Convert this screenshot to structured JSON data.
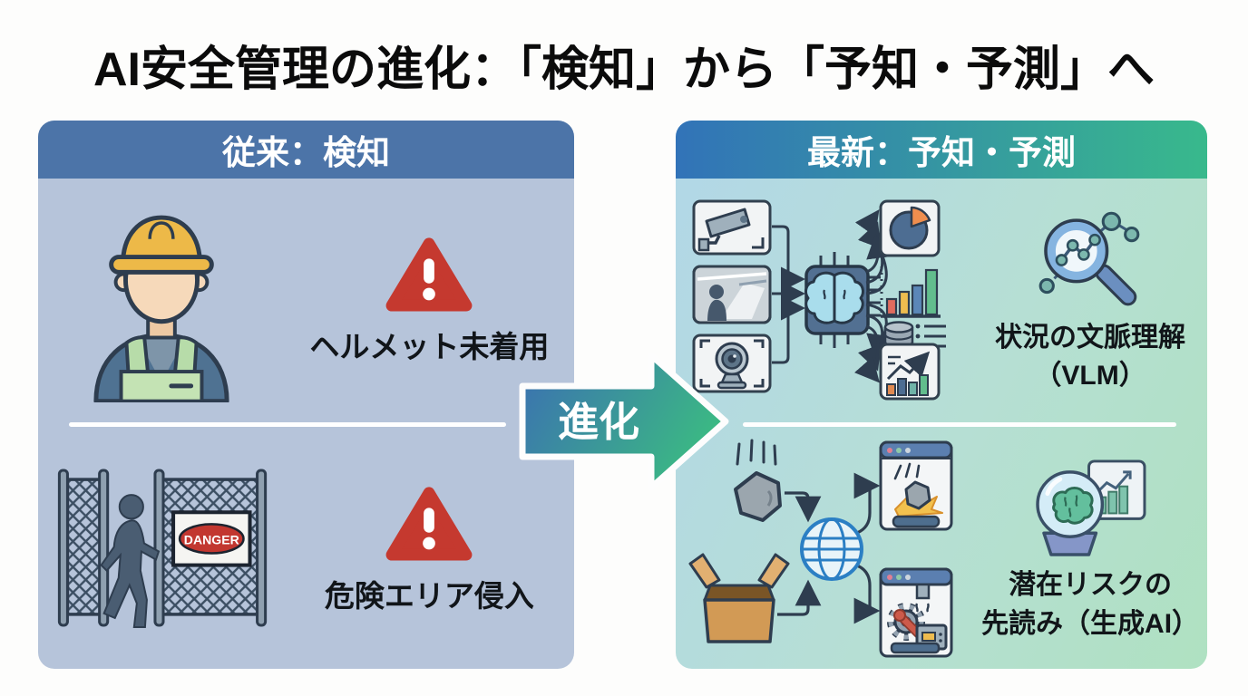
{
  "page": {
    "title": "AI安全管理の進化：「検知」から「予知・予測」へ"
  },
  "left_panel": {
    "header": "従来：検知",
    "items": [
      {
        "icon": "construction-worker-icon",
        "badge": "warning-triangle-icon",
        "label": "ヘルメット未着用"
      },
      {
        "icon": "danger-area-intrusion-icon",
        "badge": "warning-triangle-icon",
        "label": "危険エリア侵入",
        "sign_text": "DANGER"
      }
    ]
  },
  "evolution_arrow": {
    "label": "進化"
  },
  "right_panel": {
    "header": "最新：予知・予測",
    "items": [
      {
        "icon": "magnifier-analysis-icon",
        "flow": "cameras-to-ai-brain-to-charts",
        "line1": "状況の文脈理解",
        "line2": "（VLM）"
      },
      {
        "icon": "crystal-ball-forecast-icon",
        "flow": "objects-to-globe-to-incident-windows",
        "line1": "潜在リスクの",
        "line2": "先読み（生成AI）"
      }
    ]
  },
  "icons": {
    "construction-worker-icon": "worker with yellow hard hat",
    "warning-triangle-icon": "red rounded triangle with white exclamation",
    "danger-area-intrusion-icon": "person walking through fence gap with DANGER sign",
    "cctv-camera-icon": "wall-mounted security camera card",
    "scene-view-icon": "monitored corridor scene card",
    "webcam-icon": "webcam with frame corners card",
    "ai-brain-chip-icon": "brain on processor chip",
    "pie-chart-icon": "pie chart card",
    "bar-chart-icon": "ascending colored bars",
    "database-icon": "database cylinder with list",
    "line-chart-icon": "trend line with bars card",
    "magnifier-analysis-icon": "magnifying glass over node graph",
    "falling-object-icon": "falling rock with speed lines",
    "open-box-icon": "open cardboard box",
    "globe-icon": "wireframe globe",
    "incident-window-icon": "browser window with rock impact",
    "maintenance-window-icon": "browser window with gear, wrench and machine",
    "crystal-ball-forecast-icon": "crystal ball with brain and chart card"
  },
  "colors": {
    "left_header_bg": "#4C74A8",
    "left_panel_bg": "#B6C4DA",
    "right_header_gradient": [
      "#3273B8",
      "#38B98C"
    ],
    "right_panel_gradient": [
      "#B2D7E8",
      "#AFE1C1"
    ],
    "arrow_gradient": [
      "#3B6FB2",
      "#3BB884"
    ],
    "warning_red": "#C5392F",
    "outline_dark": "#2E3D4F",
    "title_text": "#0B0B0B"
  }
}
